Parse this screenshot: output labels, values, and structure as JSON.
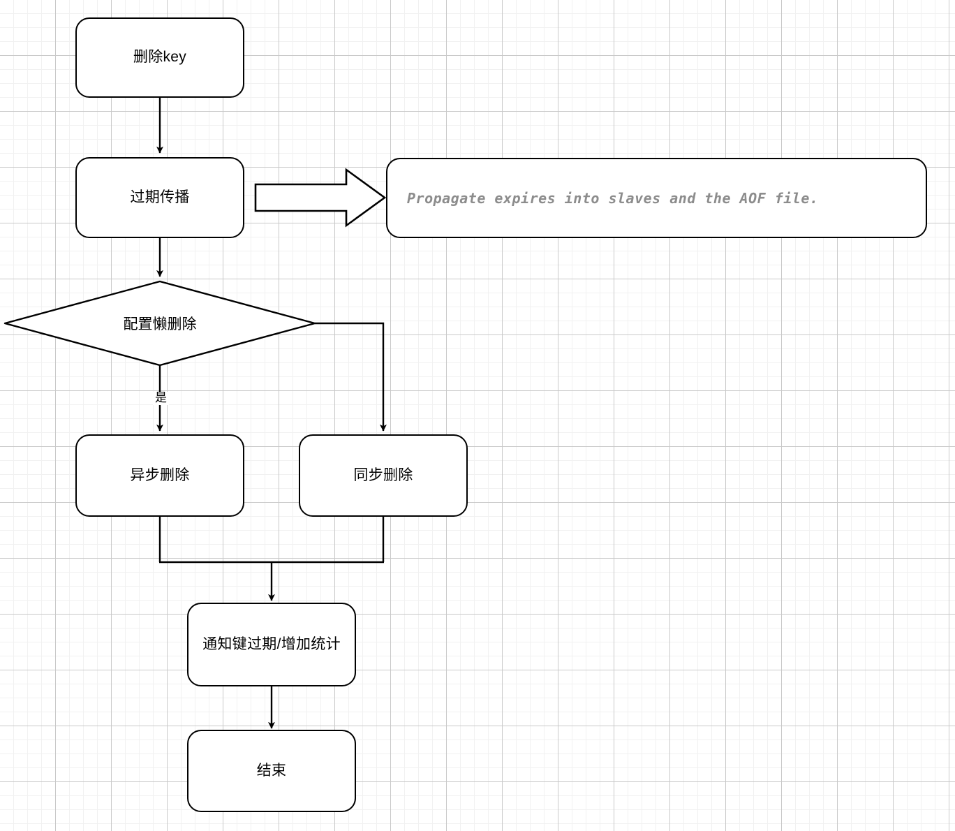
{
  "diagram": {
    "title": "Redis key expiration deletion flowchart",
    "background": "#ffffff",
    "grid": {
      "minor": "#f1f1f1",
      "major": "#c9c9c9",
      "minor_size": 20,
      "major_size": 80
    },
    "stroke_color": "#000000",
    "fill_color": "#ffffff",
    "note_text_color": "#8c8c8c"
  },
  "nodes": {
    "delete_key": {
      "label": "删除key",
      "shape": "rounded-rectangle"
    },
    "propagate_expire": {
      "label": "过期传播",
      "shape": "rounded-rectangle"
    },
    "note_propagate": {
      "label": "Propagate expires into slaves and the AOF file.",
      "shape": "rounded-rectangle-note"
    },
    "config_lazy_free": {
      "label": "配置懒删除",
      "shape": "diamond"
    },
    "async_delete": {
      "label": "异步删除",
      "shape": "rounded-rectangle"
    },
    "sync_delete": {
      "label": "同步删除",
      "shape": "rounded-rectangle"
    },
    "notify_and_stats": {
      "label": "通知键过期/增加统计",
      "shape": "rounded-rectangle"
    },
    "end": {
      "label": "结束",
      "shape": "rounded-rectangle"
    }
  },
  "edges": {
    "delete_to_propagate": {
      "label": ""
    },
    "propagate_to_note": {
      "label": "",
      "style": "block-arrow"
    },
    "propagate_to_config": {
      "label": ""
    },
    "config_yes_to_async": {
      "label": "是"
    },
    "config_to_sync": {
      "label": ""
    },
    "async_to_notify": {
      "label": ""
    },
    "sync_to_notify": {
      "label": ""
    },
    "notify_to_end": {
      "label": ""
    }
  }
}
